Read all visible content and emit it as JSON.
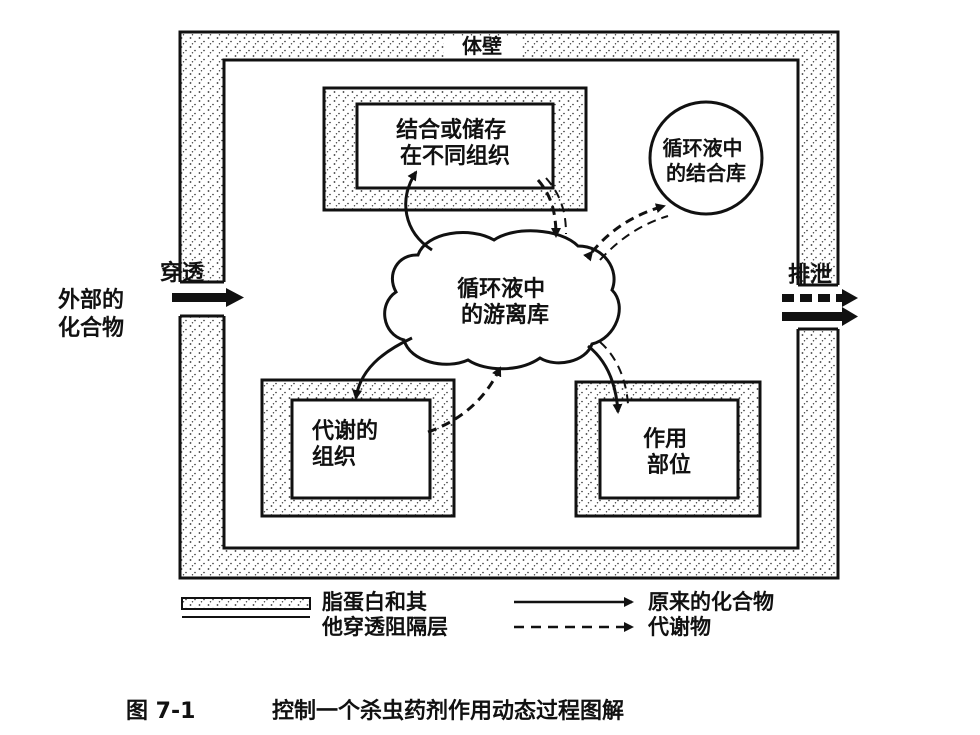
{
  "diagram": {
    "body_wall_label": "体壁",
    "boxes": {
      "binding_storage": [
        "结合或储存",
        "在不同组织"
      ],
      "metabolic_tissue": [
        "代谢的",
        "组织"
      ],
      "site_of_action": [
        "作用",
        "部位"
      ]
    },
    "circulating_bound_pool": [
      "循环液中",
      "的结合库"
    ],
    "circulating_free_pool": [
      "循环液中",
      "的游离库"
    ],
    "external_compound": [
      "外部的",
      "化合物"
    ],
    "penetration_label": "穿透",
    "excretion_label": "排泄",
    "legend": {
      "barrier": [
        "脂蛋白和其",
        "他穿透阻隔层"
      ],
      "solid_arrow": "原来的化合物",
      "dashed_arrow": "代谢物"
    }
  },
  "caption": {
    "figure_number": "图 7-1",
    "title": "控制一个杀虫药剂作用动态过程图解"
  },
  "colors": {
    "ink": "#111111",
    "paper": "#ffffff",
    "stipple": "#333333"
  }
}
